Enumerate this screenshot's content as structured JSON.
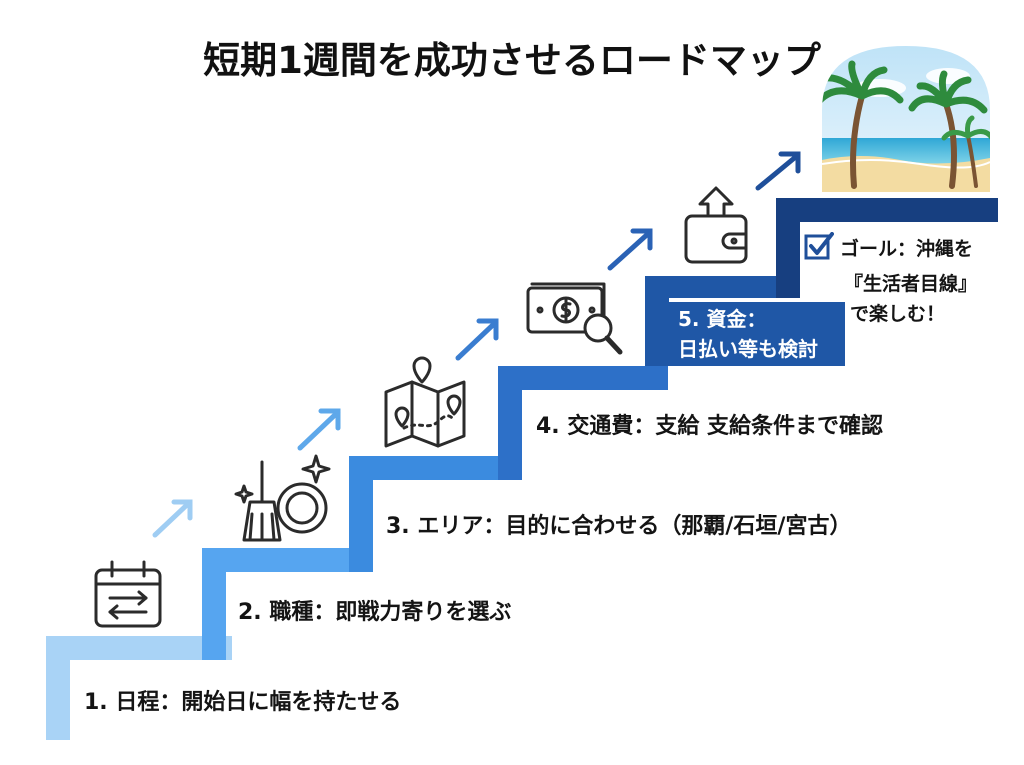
{
  "title": "短期1週間を成功させるロードマップ",
  "steps": [
    {
      "number": "1.",
      "heading": "日程",
      "text": "開始日に幅を持たせる",
      "icon": "calendar-swap-icon"
    },
    {
      "number": "2.",
      "heading": "職種",
      "text": "即戦力寄りを選ぶ",
      "icon": "broom-dish-icon"
    },
    {
      "number": "3.",
      "heading": "エリア",
      "text": "目的に合わせる（那覇/石垣/宮古）",
      "icon": "map-pins-icon"
    },
    {
      "number": "4.",
      "heading": "交通費",
      "text": "支給 支給条件まで確認",
      "icon": "money-search-icon"
    },
    {
      "number": "5.",
      "heading": "資金",
      "text": "日払い等も検討",
      "icon": "wallet-out-icon"
    }
  ],
  "goal": {
    "line1": "ゴール：沖縄を",
    "line2": "『生活者目線』",
    "line3": "で楽しむ！",
    "icon": "checkbox-icon",
    "image": "beach-palms-illustration"
  },
  "colors": {
    "step1": "#a9d3f6",
    "step2": "#56a5f0",
    "step3": "#3b8bdf",
    "step4": "#2d70c8",
    "step5": "#1f57a6",
    "step6": "#173f80",
    "arrow_light": "#8dc4f0",
    "arrow_dark": "#1f4f9a",
    "icon_stroke": "#2b2b2b"
  }
}
